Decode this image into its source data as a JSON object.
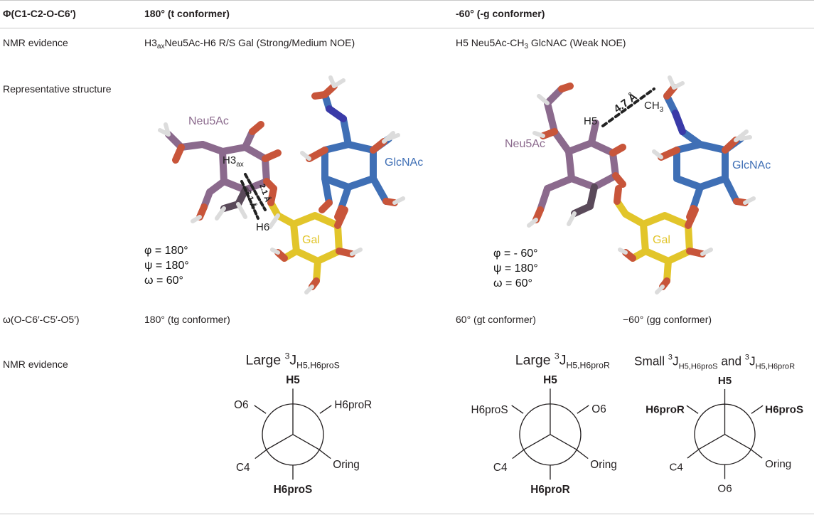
{
  "table": {
    "header": {
      "col1": "Φ(C1-C2-O-C6′)",
      "col2": "180° (t conformer)",
      "col3": "-60° (-g conformer)"
    },
    "row_nmr1": {
      "label": "NMR evidence",
      "t_pre": "H3",
      "t_sub": "ax",
      "t_post": "Neu5Ac-H6 R/S Gal (Strong/Medium NOE)",
      "g_pre": "H5 Neu5Ac-CH",
      "g_sub": "3",
      "g_post": " GlcNAC (Weak NOE)"
    },
    "row_structure": {
      "label": "Representative structure",
      "left": {
        "neu5ac": "Neu5Ac",
        "glcnac": "GlcNAc",
        "gal": "Gal",
        "h3": "H3",
        "h3_sub": "ax",
        "h6": "H6",
        "d1": "2.1 Å",
        "d2": "3.1 Å",
        "phi": "φ = 180°",
        "psi": "ψ = 180°",
        "omega": "ω = 60°"
      },
      "right": {
        "neu5ac": "Neu5Ac",
        "glcnac": "GlcNAc",
        "gal": "Gal",
        "h5": "H5",
        "ch3": "CH",
        "ch3_sub": "3",
        "dist": "4.7 Å",
        "phi": "φ = - 60°",
        "psi": "ψ = 180°",
        "omega": "ω = 60°"
      }
    },
    "row_omega": {
      "label": "ω(O-C6′-C5′-O5′)",
      "tg": "180° (tg conformer)",
      "gt": "60° (gt conformer)",
      "gg": "−60° (gg conformer)"
    },
    "row_nmr2": {
      "label": "NMR evidence",
      "tg": {
        "title_pre": "Large ",
        "sup": "3",
        "J": "J",
        "sub": "H5,H6proS",
        "top": "H5",
        "bottom": "H6proS",
        "upper_left": "O6",
        "upper_right": "H6proR",
        "lower_left": "C4",
        "lower_right": "Oring"
      },
      "gt": {
        "title_pre": "Large ",
        "sup": "3",
        "J": "J",
        "sub": "H5,H6proR",
        "top": "H5",
        "bottom": "H6proR",
        "upper_left": "H6proS",
        "upper_right": "O6",
        "lower_left": "C4",
        "lower_right": "Oring"
      },
      "gg": {
        "title_pre": "Small ",
        "sup": "3",
        "J": "J",
        "sub": "H5,H6proS",
        "mid": " and ",
        "sup2": "3",
        "J2": "J",
        "sub2": "H5,H6proR",
        "top": "H5",
        "bottom": "O6",
        "upper_left": "H6proR",
        "upper_right": "H6proS",
        "lower_left": "C4",
        "lower_right": "Oring"
      }
    }
  },
  "colors": {
    "neu5ac": "#8b6a8d",
    "glcnac": "#3f6fb5",
    "gal": "#e2c52a",
    "oxygen": "#c8553a",
    "nitrogen": "#3a3aa8",
    "hydrogen": "#e6e6e6",
    "rule": "#c9c9c9"
  }
}
